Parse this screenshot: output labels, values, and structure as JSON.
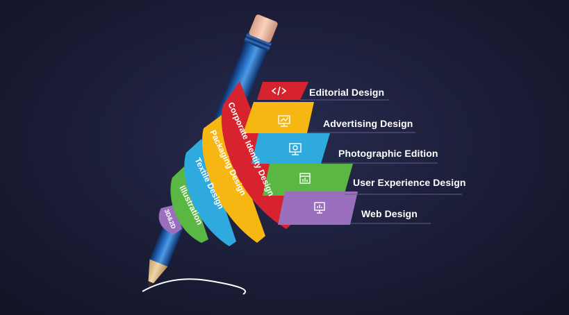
{
  "diagram": {
    "items": [
      {
        "label": "Editorial Design",
        "band_label": "Corporate Identity Design",
        "icon": "code-icon",
        "color": "#d7232e"
      },
      {
        "label": "Advertising Design",
        "band_label": "Packaging Design",
        "icon": "monitor-icon",
        "color": "#f7b713"
      },
      {
        "label": "Photographic Edition",
        "band_label": "Textile Design",
        "icon": "photo-monitor-icon",
        "color": "#2eaadf"
      },
      {
        "label": "User Experience Design",
        "band_label": "Illustration",
        "icon": "browser-chart-icon",
        "color": "#5bb744"
      },
      {
        "label": "Web Design",
        "band_label": "3D&2D",
        "icon": "web-monitor-icon",
        "color": "#9a6fbd"
      }
    ]
  }
}
